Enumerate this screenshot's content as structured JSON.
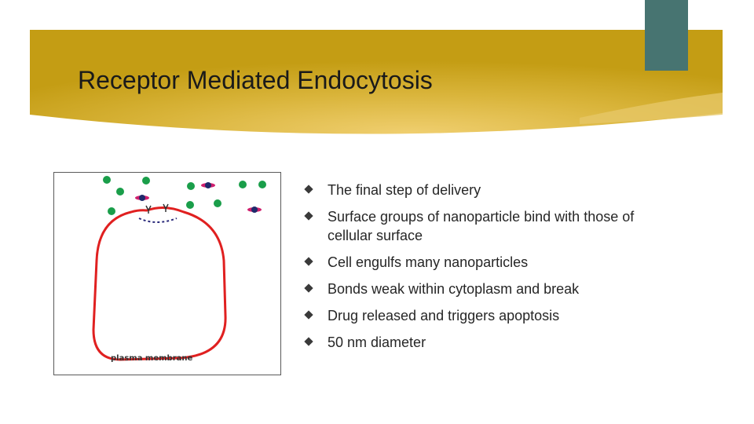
{
  "slide": {
    "title": "Receptor Mediated Endocytosis",
    "colors": {
      "banner_gold": "#c49d14",
      "banner_highlight": "#edca6a",
      "accent_teal": "#477471",
      "membrane_red": "#e02020",
      "particle_green": "#1a9e4a",
      "particle_magenta": "#d0206e"
    }
  },
  "figure": {
    "label": "plasma membrane"
  },
  "bullets": [
    {
      "icon": "diamond-bullet-icon",
      "text": "The final step of delivery"
    },
    {
      "icon": "diamond-bullet-icon",
      "text": "Surface groups of nanoparticle bind with those of cellular surface"
    },
    {
      "icon": "diamond-bullet-icon",
      "text": "Cell engulfs many nanoparticles"
    },
    {
      "icon": "diamond-bullet-icon",
      "text": "Bonds weak within cytoplasm and break"
    },
    {
      "icon": "diamond-bullet-icon",
      "text": "Drug released and triggers apoptosis"
    },
    {
      "icon": "diamond-bullet-icon",
      "text": "50 nm diameter"
    }
  ]
}
